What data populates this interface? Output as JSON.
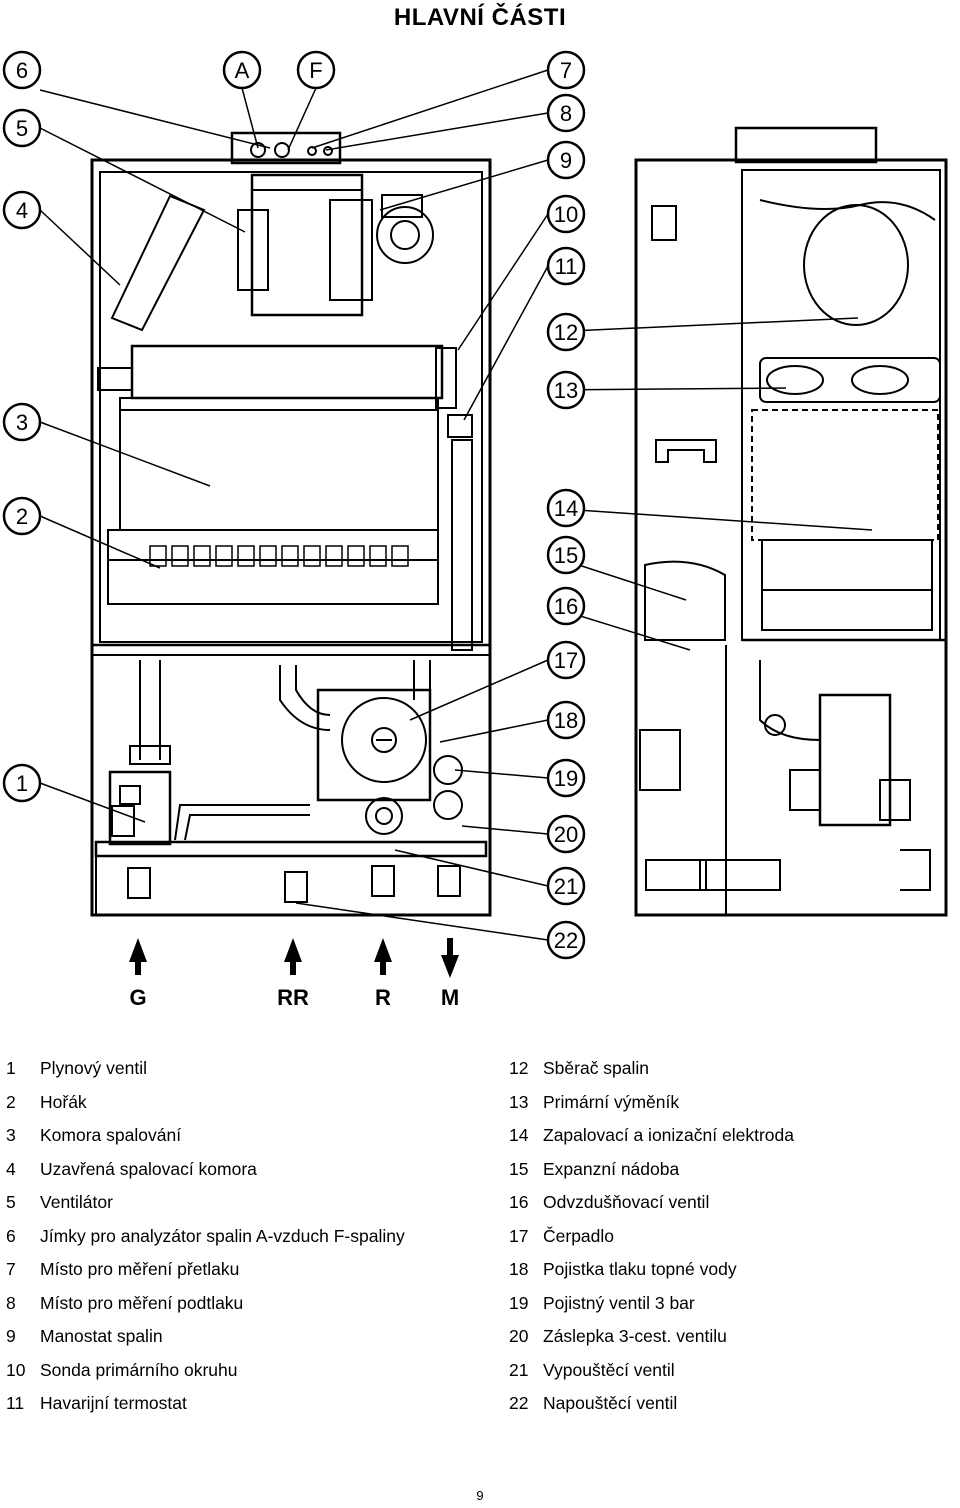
{
  "title": "HLAVNÍ  ČÁSTI",
  "callouts_left": [
    "6",
    "5",
    "4",
    "3",
    "2",
    "1"
  ],
  "callouts_top": [
    "A",
    "F"
  ],
  "callouts_right": [
    "7",
    "8",
    "9",
    "10",
    "11",
    "12",
    "13",
    "14",
    "15",
    "16",
    "17",
    "18",
    "19",
    "20",
    "21",
    "22"
  ],
  "connections": [
    {
      "label": "G",
      "direction": "up"
    },
    {
      "label": "RR",
      "direction": "up"
    },
    {
      "label": "R",
      "direction": "up"
    },
    {
      "label": "M",
      "direction": "down"
    }
  ],
  "legend_left": [
    {
      "num": "1",
      "text": "Plynový ventil"
    },
    {
      "num": "2",
      "text": "Hořák"
    },
    {
      "num": "3",
      "text": "Komora spalování"
    },
    {
      "num": "4",
      "text": "Uzavřená spalovací komora"
    },
    {
      "num": "5",
      "text": "Ventilátor"
    },
    {
      "num": "6",
      "text": "Jímky pro analyzátor spalin A-vzduch  F-spaliny"
    },
    {
      "num": "7",
      "text": "Místo pro měření přetlaku"
    },
    {
      "num": "8",
      "text": "Místo pro měření podtlaku"
    },
    {
      "num": "9",
      "text": "Manostat spalin"
    },
    {
      "num": "10",
      "text": "Sonda primárního okruhu"
    },
    {
      "num": "11",
      "text": "Havarijní termostat"
    }
  ],
  "legend_right": [
    {
      "num": "12",
      "text": "Sběrač spalin"
    },
    {
      "num": "13",
      "text": "Primární výměník"
    },
    {
      "num": "14",
      "text": "Zapalovací a ionizační elektroda"
    },
    {
      "num": "15",
      "text": "Expanzní nádoba"
    },
    {
      "num": "16",
      "text": "Odvzdušňovací ventil"
    },
    {
      "num": "17",
      "text": "Čerpadlo"
    },
    {
      "num": "18",
      "text": "Pojistka tlaku topné vody"
    },
    {
      "num": "19",
      "text": "Pojistný ventil 3 bar"
    },
    {
      "num": "20",
      "text": "Záslepka 3-cest. ventilu"
    },
    {
      "num": "21",
      "text": "Vypouštěcí ventil"
    },
    {
      "num": "22",
      "text": "Napouštěcí ventil"
    }
  ],
  "page_number": "9"
}
